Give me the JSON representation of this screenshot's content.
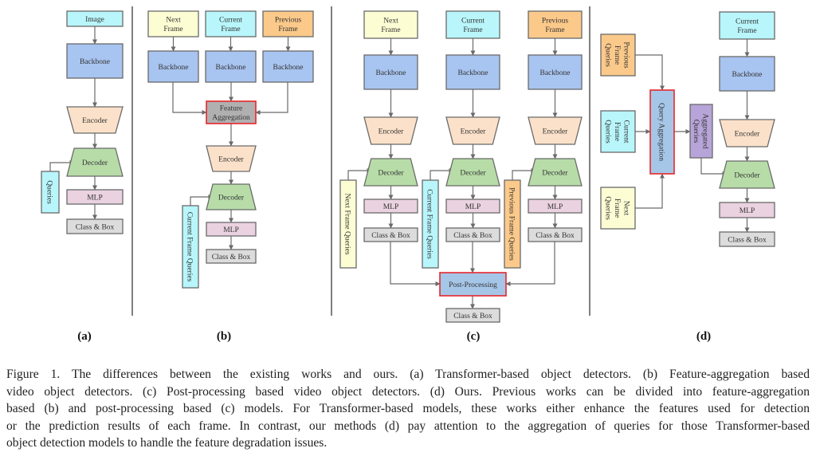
{
  "colors": {
    "image": "#b8f6fb",
    "backbone": "#a8c4f0",
    "encoder": "#fbe1c9",
    "decoder": "#b7dca8",
    "mlp": "#ead2e0",
    "output": "#dcdcdc",
    "next": "#fdfdd4",
    "previous": "#fbc98a",
    "aggregation": "#a6c6e8",
    "aggregated": "#b7a4d8",
    "feature_agg": "#b0b0b0",
    "highlight_border": "#e8262b",
    "border": "#6a6a6a",
    "line": "#6a6a6a"
  },
  "panels": {
    "a": {
      "label": "(a)",
      "image": "Image",
      "backbone": "Backbone",
      "encoder": "Encoder",
      "decoder": "Decoder",
      "queries": "Queries",
      "mlp": "MLP",
      "output": "Class & Box"
    },
    "b": {
      "label": "(b)",
      "next_frame": [
        "Next",
        "Frame"
      ],
      "current_frame": [
        "Current",
        "Frame"
      ],
      "previous_frame": [
        "Previous",
        "Frame"
      ],
      "backbone": "Backbone",
      "feature_aggregation": [
        "Feature",
        "Aggregation"
      ],
      "encoder": "Encoder",
      "decoder": "Decoder",
      "queries": "Current Frame Queries",
      "mlp": "MLP",
      "output": "Class & Box"
    },
    "c": {
      "label": "(c)",
      "next_frame": [
        "Next",
        "Frame"
      ],
      "current_frame": [
        "Current",
        "Frame"
      ],
      "previous_frame": [
        "Previous",
        "Frame"
      ],
      "backbone": "Backbone",
      "encoder": "Encoder",
      "decoder": "Decoder",
      "next_queries": "Next Frame Queries",
      "current_queries": "Current Frame Queries",
      "previous_queries": "Previous Frame Queries",
      "mlp": "MLP",
      "output": "Class & Box",
      "post_processing": "Post-Processing",
      "final_output": "Class & Box"
    },
    "d": {
      "label": "(d)",
      "previous_queries": [
        "Previous",
        "Frame",
        "Queries"
      ],
      "current_queries": [
        "Current",
        "Frame",
        "Queries"
      ],
      "next_queries": [
        "Next",
        "Frame",
        "Queries"
      ],
      "query_aggregation": "Query Aggregation",
      "aggregated_queries": [
        "Aggregated",
        "Queries"
      ],
      "current_frame": [
        "Current",
        "Frame"
      ],
      "backbone": "Backbone",
      "encoder": "Encoder",
      "decoder": "Decoder",
      "mlp": "MLP",
      "output": "Class & Box"
    }
  },
  "caption": {
    "lines": [
      "Figure 1.  The differences between the existing works and ours.  (a) Transformer-based object detectors.  (b) Feature-aggregation based",
      "video object detectors. (c) Post-processing based video object detectors. (d) Ours. Previous works can be divided into feature-aggregation",
      "based (b) and post-processing based (c) models. For Transformer-based models, these works either enhance the features used for detection",
      "or the prediction results of each frame. In contrast, our methods (d) pay attention to the aggregation of queries for those Transformer-based",
      "object detection models to handle the feature degradation issues."
    ]
  }
}
